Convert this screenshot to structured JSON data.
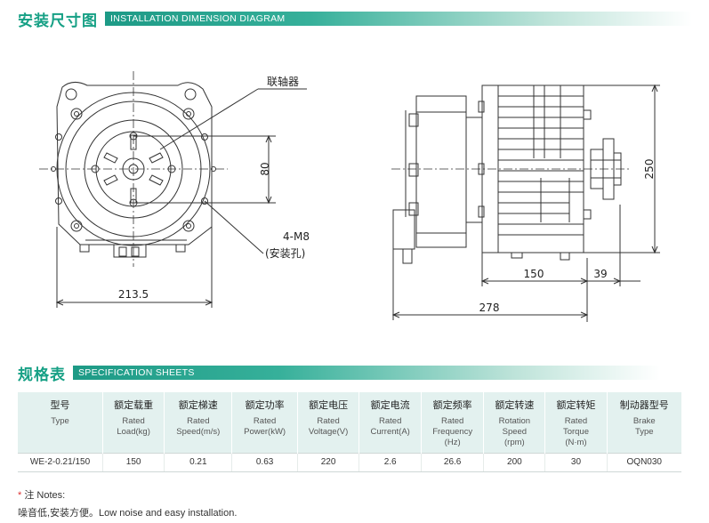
{
  "install": {
    "title_cn": "安装尺寸图",
    "title_en": "INSTALLATION DIMENSION DIAGRAM",
    "labels": {
      "coupling": "联轴器",
      "dim_80": "80",
      "bolt_line1": "4-M8",
      "bolt_line2": "(安装孔)",
      "dim_2135": "213.5",
      "dim_250": "250",
      "dim_150": "150",
      "dim_39": "39",
      "dim_278": "278"
    }
  },
  "spec": {
    "title_cn": "规格表",
    "title_en": "SPECIFICATION SHEETS",
    "columns": [
      {
        "cn": "型号",
        "en": [
          "Type"
        ]
      },
      {
        "cn": "额定载重",
        "en": [
          "Rated",
          "Load(kg)"
        ]
      },
      {
        "cn": "额定梯速",
        "en": [
          "Rated",
          "Speed(m/s)"
        ]
      },
      {
        "cn": "额定功率",
        "en": [
          "Rated",
          "Power(kW)"
        ]
      },
      {
        "cn": "额定电压",
        "en": [
          "Rated",
          "Voltage(V)"
        ]
      },
      {
        "cn": "额定电流",
        "en": [
          "Rated",
          "Current(A)"
        ]
      },
      {
        "cn": "额定频率",
        "en": [
          "Rated",
          "Frequency",
          "(Hz)"
        ]
      },
      {
        "cn": "额定转速",
        "en": [
          "Rotation",
          "Speed",
          "(rpm)"
        ]
      },
      {
        "cn": "额定转矩",
        "en": [
          "Rated",
          "Torque",
          "(N·m)"
        ]
      },
      {
        "cn": "制动器型号",
        "en": [
          "Brake",
          "Type"
        ]
      }
    ],
    "rows": [
      [
        "WE-2-0.21/150",
        "150",
        "0.21",
        "0.63",
        "220",
        "2.6",
        "26.6",
        "200",
        "30",
        "OQN030"
      ]
    ]
  },
  "notes": {
    "star": "*",
    "heading": "注 Notes:",
    "line": "噪音低,安装方便。Low noise and  easy installation."
  }
}
